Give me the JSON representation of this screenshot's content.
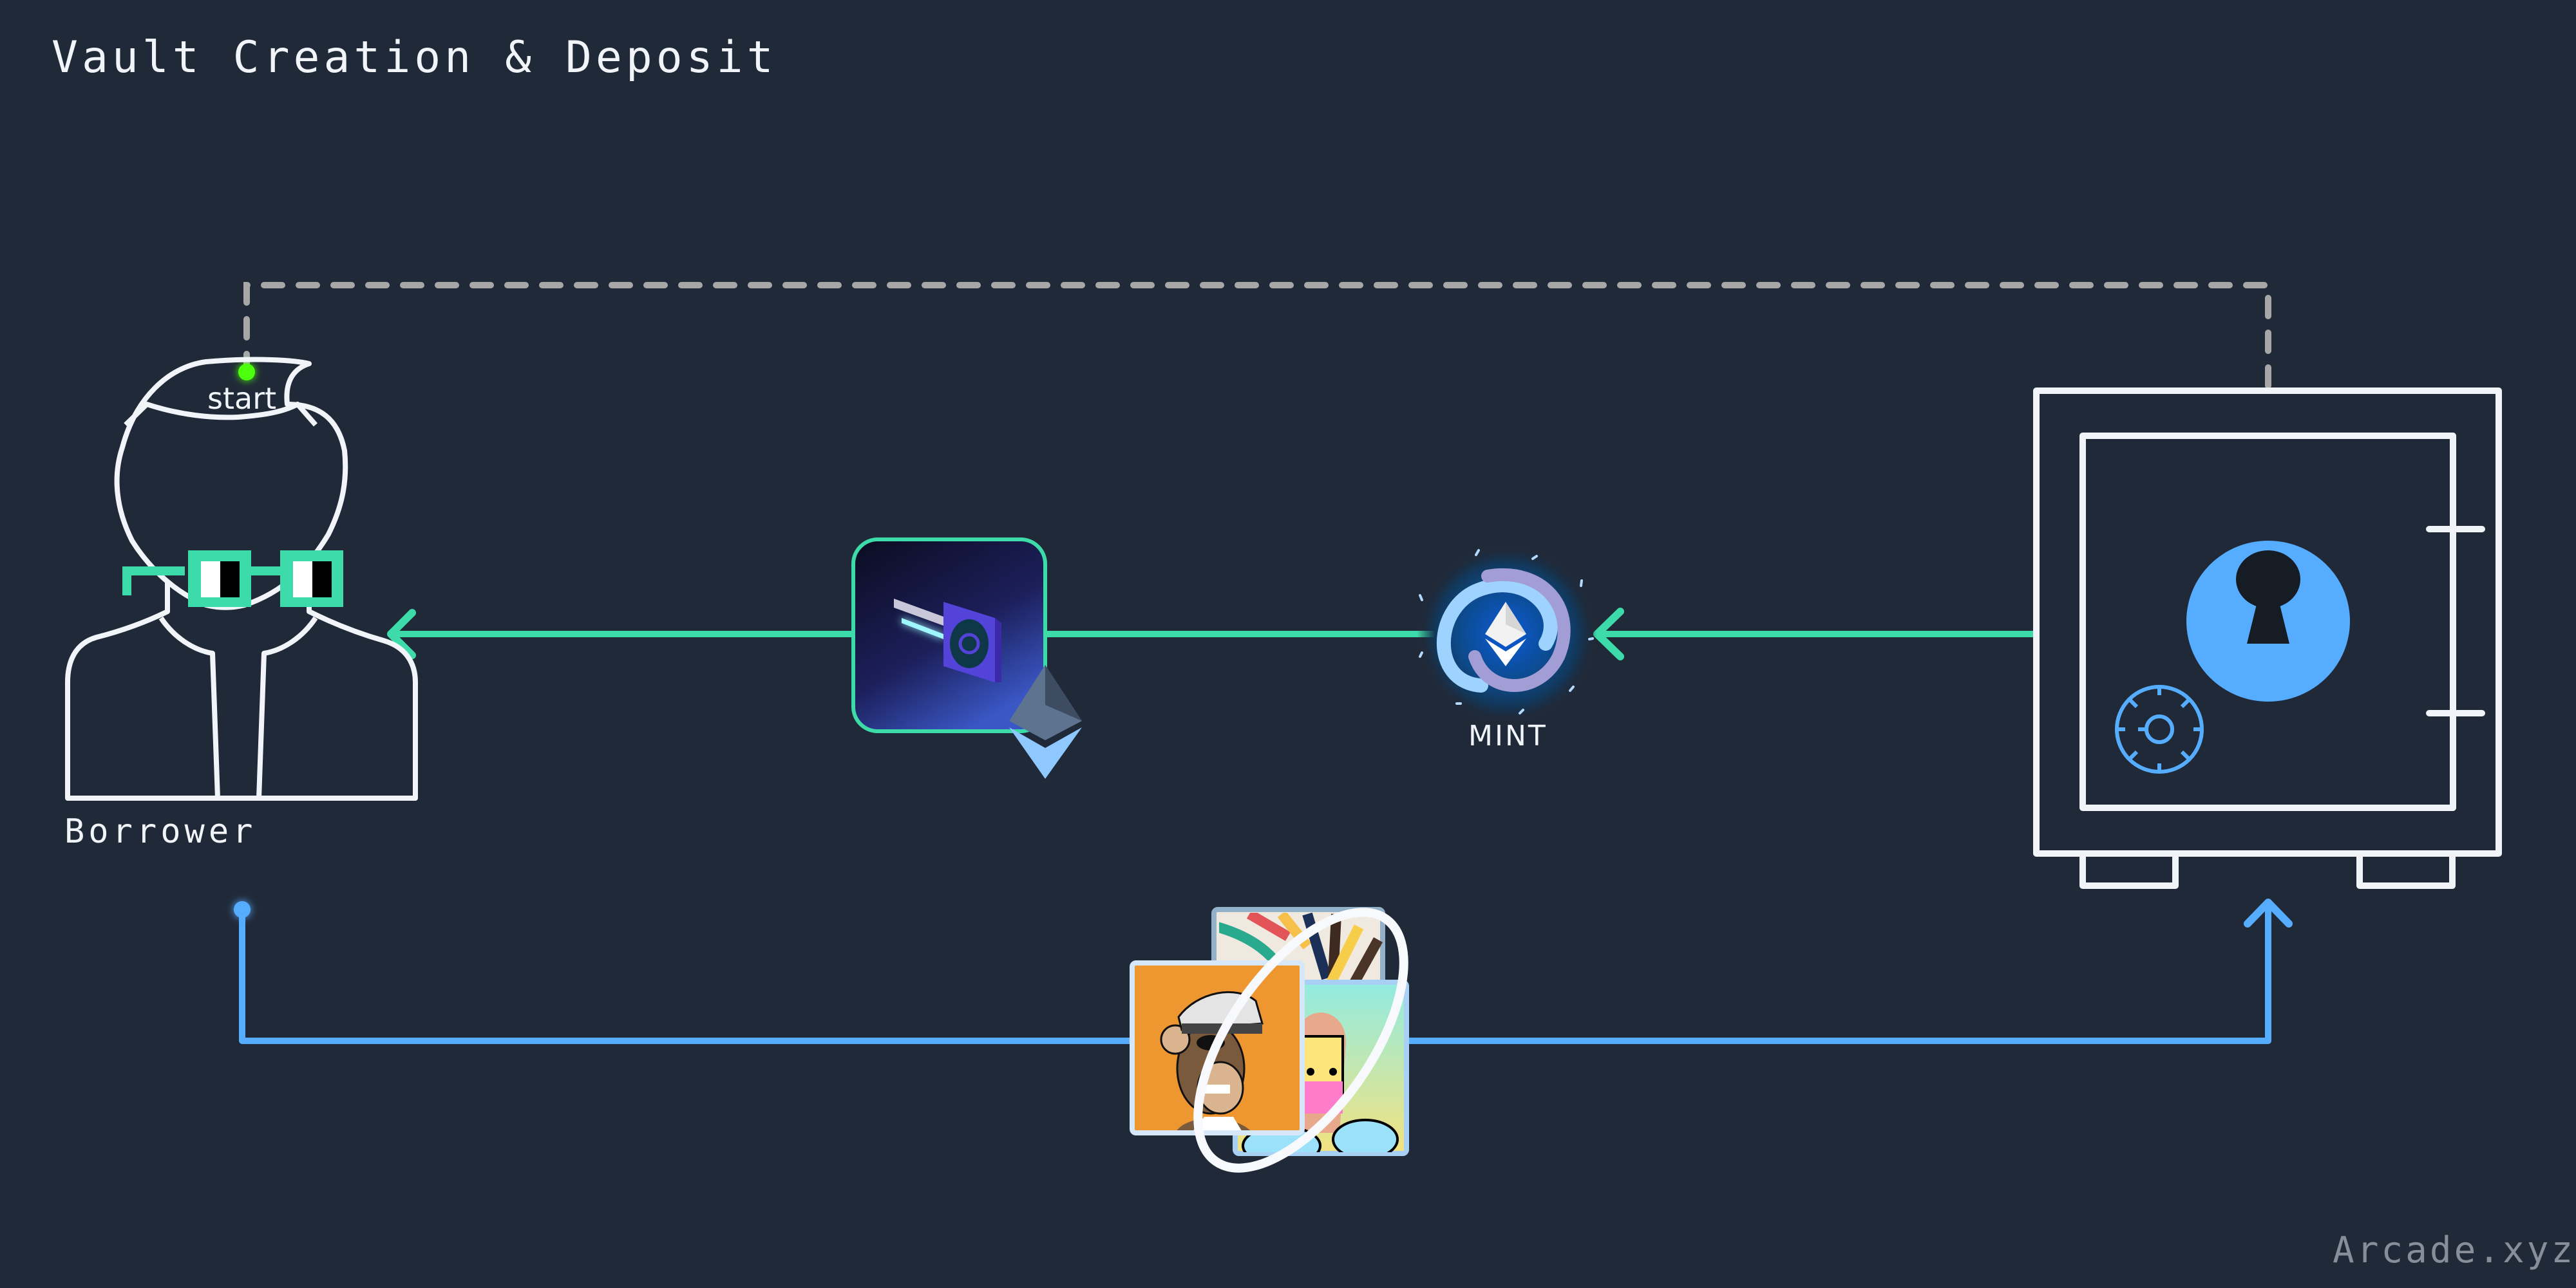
{
  "title": "Vault Creation & Deposit",
  "brand": "Arcade.xyz",
  "nodes": {
    "start_label": "start",
    "borrower_label": "Borrower",
    "mint_label": "MINT"
  },
  "icons": {
    "borrower": "person-with-glasses-icon",
    "vault_key_nft": "vault-key-nft-icon",
    "ethereum": "ethereum-icon",
    "mint": "ethereum-mint-swirl-icon",
    "vault": "safe-vault-icon",
    "nft_bundle": "nft-collection-icon"
  },
  "colors": {
    "background": "#202938",
    "text": "#f1f4f9",
    "green_flow": "#3ddba9",
    "blue_flow": "#56adff",
    "dashed_flow": "#a7a7a7",
    "start_dot": "#4cff11",
    "brand_text": "#878e99"
  }
}
